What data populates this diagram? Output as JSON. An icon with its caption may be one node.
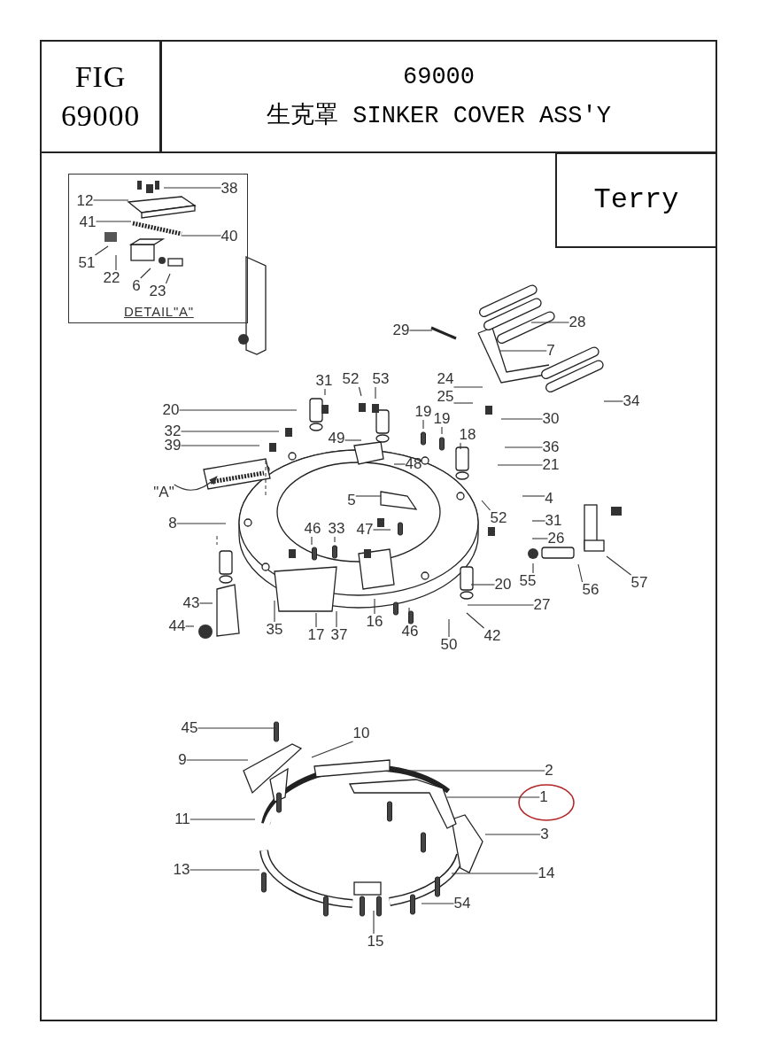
{
  "diagram": {
    "nodes": [
      {
        "text": [
          "FIG 69000"
        ]
      },
      {
        "text": [
          "69000",
          "生克罩 SINKER COVER ASS'Y"
        ]
      },
      {
        "text": [
          "Terry"
        ]
      },
      {
        "text": [
          "DETAIL\"A\""
        ]
      },
      {
        "text": [
          "12"
        ],
        "in": 3
      },
      {
        "text": [
          "38"
        ],
        "in": 3
      },
      {
        "text": [
          "41"
        ],
        "in": 3
      },
      {
        "text": [
          "40"
        ],
        "in": 3
      },
      {
        "text": [
          "51"
        ],
        "in": 3
      },
      {
        "text": [
          "22"
        ],
        "in": 3
      },
      {
        "text": [
          "6"
        ],
        "in": 3
      },
      {
        "text": [
          "23"
        ],
        "in": 3
      },
      {
        "text": [
          "29"
        ]
      },
      {
        "text": [
          "28"
        ]
      },
      {
        "text": [
          "7"
        ]
      },
      {
        "text": [
          "31"
        ]
      },
      {
        "text": [
          "52"
        ]
      },
      {
        "text": [
          "53"
        ]
      },
      {
        "text": [
          "24"
        ]
      },
      {
        "text": [
          "20"
        ]
      },
      {
        "text": [
          "19"
        ]
      },
      {
        "text": [
          "19"
        ]
      },
      {
        "text": [
          "25"
        ]
      },
      {
        "text": [
          "30"
        ]
      },
      {
        "text": [
          "34"
        ]
      },
      {
        "text": [
          "32"
        ]
      },
      {
        "text": [
          "18"
        ]
      },
      {
        "text": [
          "39"
        ]
      },
      {
        "text": [
          "49"
        ]
      },
      {
        "text": [
          "36"
        ]
      },
      {
        "text": [
          "48"
        ]
      },
      {
        "text": [
          "21"
        ]
      },
      {
        "text": [
          "\"A\""
        ]
      },
      {
        "text": [
          "4"
        ]
      },
      {
        "text": [
          "52"
        ]
      },
      {
        "text": [
          "8"
        ]
      },
      {
        "text": [
          "5"
        ]
      },
      {
        "text": [
          "31"
        ]
      },
      {
        "text": [
          "47"
        ]
      },
      {
        "text": [
          "46"
        ]
      },
      {
        "text": [
          "33"
        ]
      },
      {
        "text": [
          "26"
        ]
      },
      {
        "text": [
          "55"
        ]
      },
      {
        "text": [
          "20"
        ]
      },
      {
        "text": [
          "56"
        ]
      },
      {
        "text": [
          "57"
        ]
      },
      {
        "text": [
          "27"
        ]
      },
      {
        "text": [
          "43"
        ]
      },
      {
        "text": [
          "44"
        ]
      },
      {
        "text": [
          "42"
        ]
      },
      {
        "text": [
          "35"
        ]
      },
      {
        "text": [
          "17"
        ]
      },
      {
        "text": [
          "37"
        ]
      },
      {
        "text": [
          "16"
        ]
      },
      {
        "text": [
          "46"
        ]
      },
      {
        "text": [
          "50"
        ]
      },
      {
        "text": [
          "45"
        ]
      },
      {
        "text": [
          "10"
        ]
      },
      {
        "text": [
          "9"
        ]
      },
      {
        "text": [
          "2"
        ]
      },
      {
        "text": [
          "1"
        ]
      },
      {
        "text": [
          "3"
        ]
      },
      {
        "text": [
          "11"
        ]
      },
      {
        "text": [
          "13"
        ]
      },
      {
        "text": [
          "14"
        ]
      },
      {
        "text": [
          "54"
        ]
      },
      {
        "text": [
          "15"
        ]
      }
    ],
    "edges": [
      {
        "from": 4,
        "to": null,
        "arrow": "none"
      },
      {
        "from": 5,
        "to": null,
        "arrow": "none"
      },
      {
        "from": 6,
        "to": null,
        "arrow": "none"
      },
      {
        "from": 7,
        "to": null,
        "arrow": "none"
      },
      {
        "from": 8,
        "to": null,
        "arrow": "none"
      },
      {
        "from": 9,
        "to": null,
        "arrow": "none"
      },
      {
        "from": 10,
        "to": null,
        "arrow": "none"
      },
      {
        "from": 11,
        "to": null,
        "arrow": "none"
      },
      {
        "from": 12,
        "to": null,
        "arrow": "none"
      },
      {
        "from": 13,
        "to": null,
        "arrow": "none"
      },
      {
        "from": 14,
        "to": null,
        "arrow": "none"
      },
      {
        "from": 15,
        "to": null,
        "arrow": "none"
      },
      {
        "from": 16,
        "to": null,
        "arrow": "none"
      },
      {
        "from": 17,
        "to": null,
        "arrow": "none"
      },
      {
        "from": 18,
        "to": null,
        "arrow": "none"
      },
      {
        "from": 19,
        "to": null,
        "arrow": "none"
      },
      {
        "from": 20,
        "to": null,
        "arrow": "none"
      },
      {
        "from": 21,
        "to": null,
        "arrow": "none"
      },
      {
        "from": 22,
        "to": null,
        "arrow": "none"
      },
      {
        "from": 23,
        "to": null,
        "arrow": "none"
      },
      {
        "from": 24,
        "to": null,
        "arrow": "none"
      },
      {
        "from": 25,
        "to": null,
        "arrow": "none"
      },
      {
        "from": 26,
        "to": null,
        "arrow": "none"
      },
      {
        "from": 27,
        "to": null,
        "arrow": "none"
      },
      {
        "from": 28,
        "to": null,
        "arrow": "none"
      },
      {
        "from": 29,
        "to": null,
        "arrow": "none"
      },
      {
        "from": 30,
        "to": null,
        "arrow": "none"
      },
      {
        "from": 31,
        "to": null,
        "arrow": "none"
      },
      {
        "from": 32,
        "to": null,
        "arrow": "to"
      },
      {
        "from": 33,
        "to": null,
        "arrow": "none"
      },
      {
        "from": 34,
        "to": null,
        "arrow": "none"
      },
      {
        "from": 35,
        "to": null,
        "arrow": "none"
      },
      {
        "from": 36,
        "to": null,
        "arrow": "none"
      },
      {
        "from": 37,
        "to": null,
        "arrow": "none"
      },
      {
        "from": 38,
        "to": null,
        "arrow": "none"
      },
      {
        "from": 39,
        "to": null,
        "arrow": "none"
      },
      {
        "from": 40,
        "to": null,
        "arrow": "none"
      },
      {
        "from": 41,
        "to": null,
        "arrow": "none"
      },
      {
        "from": 42,
        "to": null,
        "arrow": "none"
      },
      {
        "from": 43,
        "to": null,
        "arrow": "none"
      },
      {
        "from": 44,
        "to": null,
        "arrow": "none"
      },
      {
        "from": 45,
        "to": null,
        "arrow": "none"
      },
      {
        "from": 46,
        "to": null,
        "arrow": "none"
      },
      {
        "from": 47,
        "to": null,
        "arrow": "none"
      },
      {
        "from": 48,
        "to": null,
        "arrow": "none"
      },
      {
        "from": 49,
        "to": null,
        "arrow": "none"
      },
      {
        "from": 50,
        "to": null,
        "arrow": "none"
      },
      {
        "from": 51,
        "to": null,
        "arrow": "none"
      },
      {
        "from": 52,
        "to": null,
        "arrow": "none"
      },
      {
        "from": 53,
        "to": null,
        "arrow": "none"
      },
      {
        "from": 54,
        "to": null,
        "arrow": "none"
      },
      {
        "from": 55,
        "to": null,
        "arrow": "none"
      },
      {
        "from": 56,
        "to": null,
        "arrow": "none"
      },
      {
        "from": 57,
        "to": null,
        "arrow": "none"
      },
      {
        "from": 58,
        "to": null,
        "arrow": "none"
      },
      {
        "from": 59,
        "to": null,
        "arrow": "none"
      },
      {
        "from": 60,
        "to": null,
        "arrow": "none"
      },
      {
        "from": 61,
        "to": null,
        "arrow": "none"
      },
      {
        "from": 62,
        "to": null,
        "arrow": "none"
      },
      {
        "from": 63,
        "to": null,
        "arrow": "none"
      },
      {
        "from": 64,
        "to": null,
        "arrow": "none"
      },
      {
        "from": 65,
        "to": null,
        "arrow": "none"
      },
      {
        "from": 66,
        "to": null,
        "arrow": "none"
      }
    ]
  }
}
